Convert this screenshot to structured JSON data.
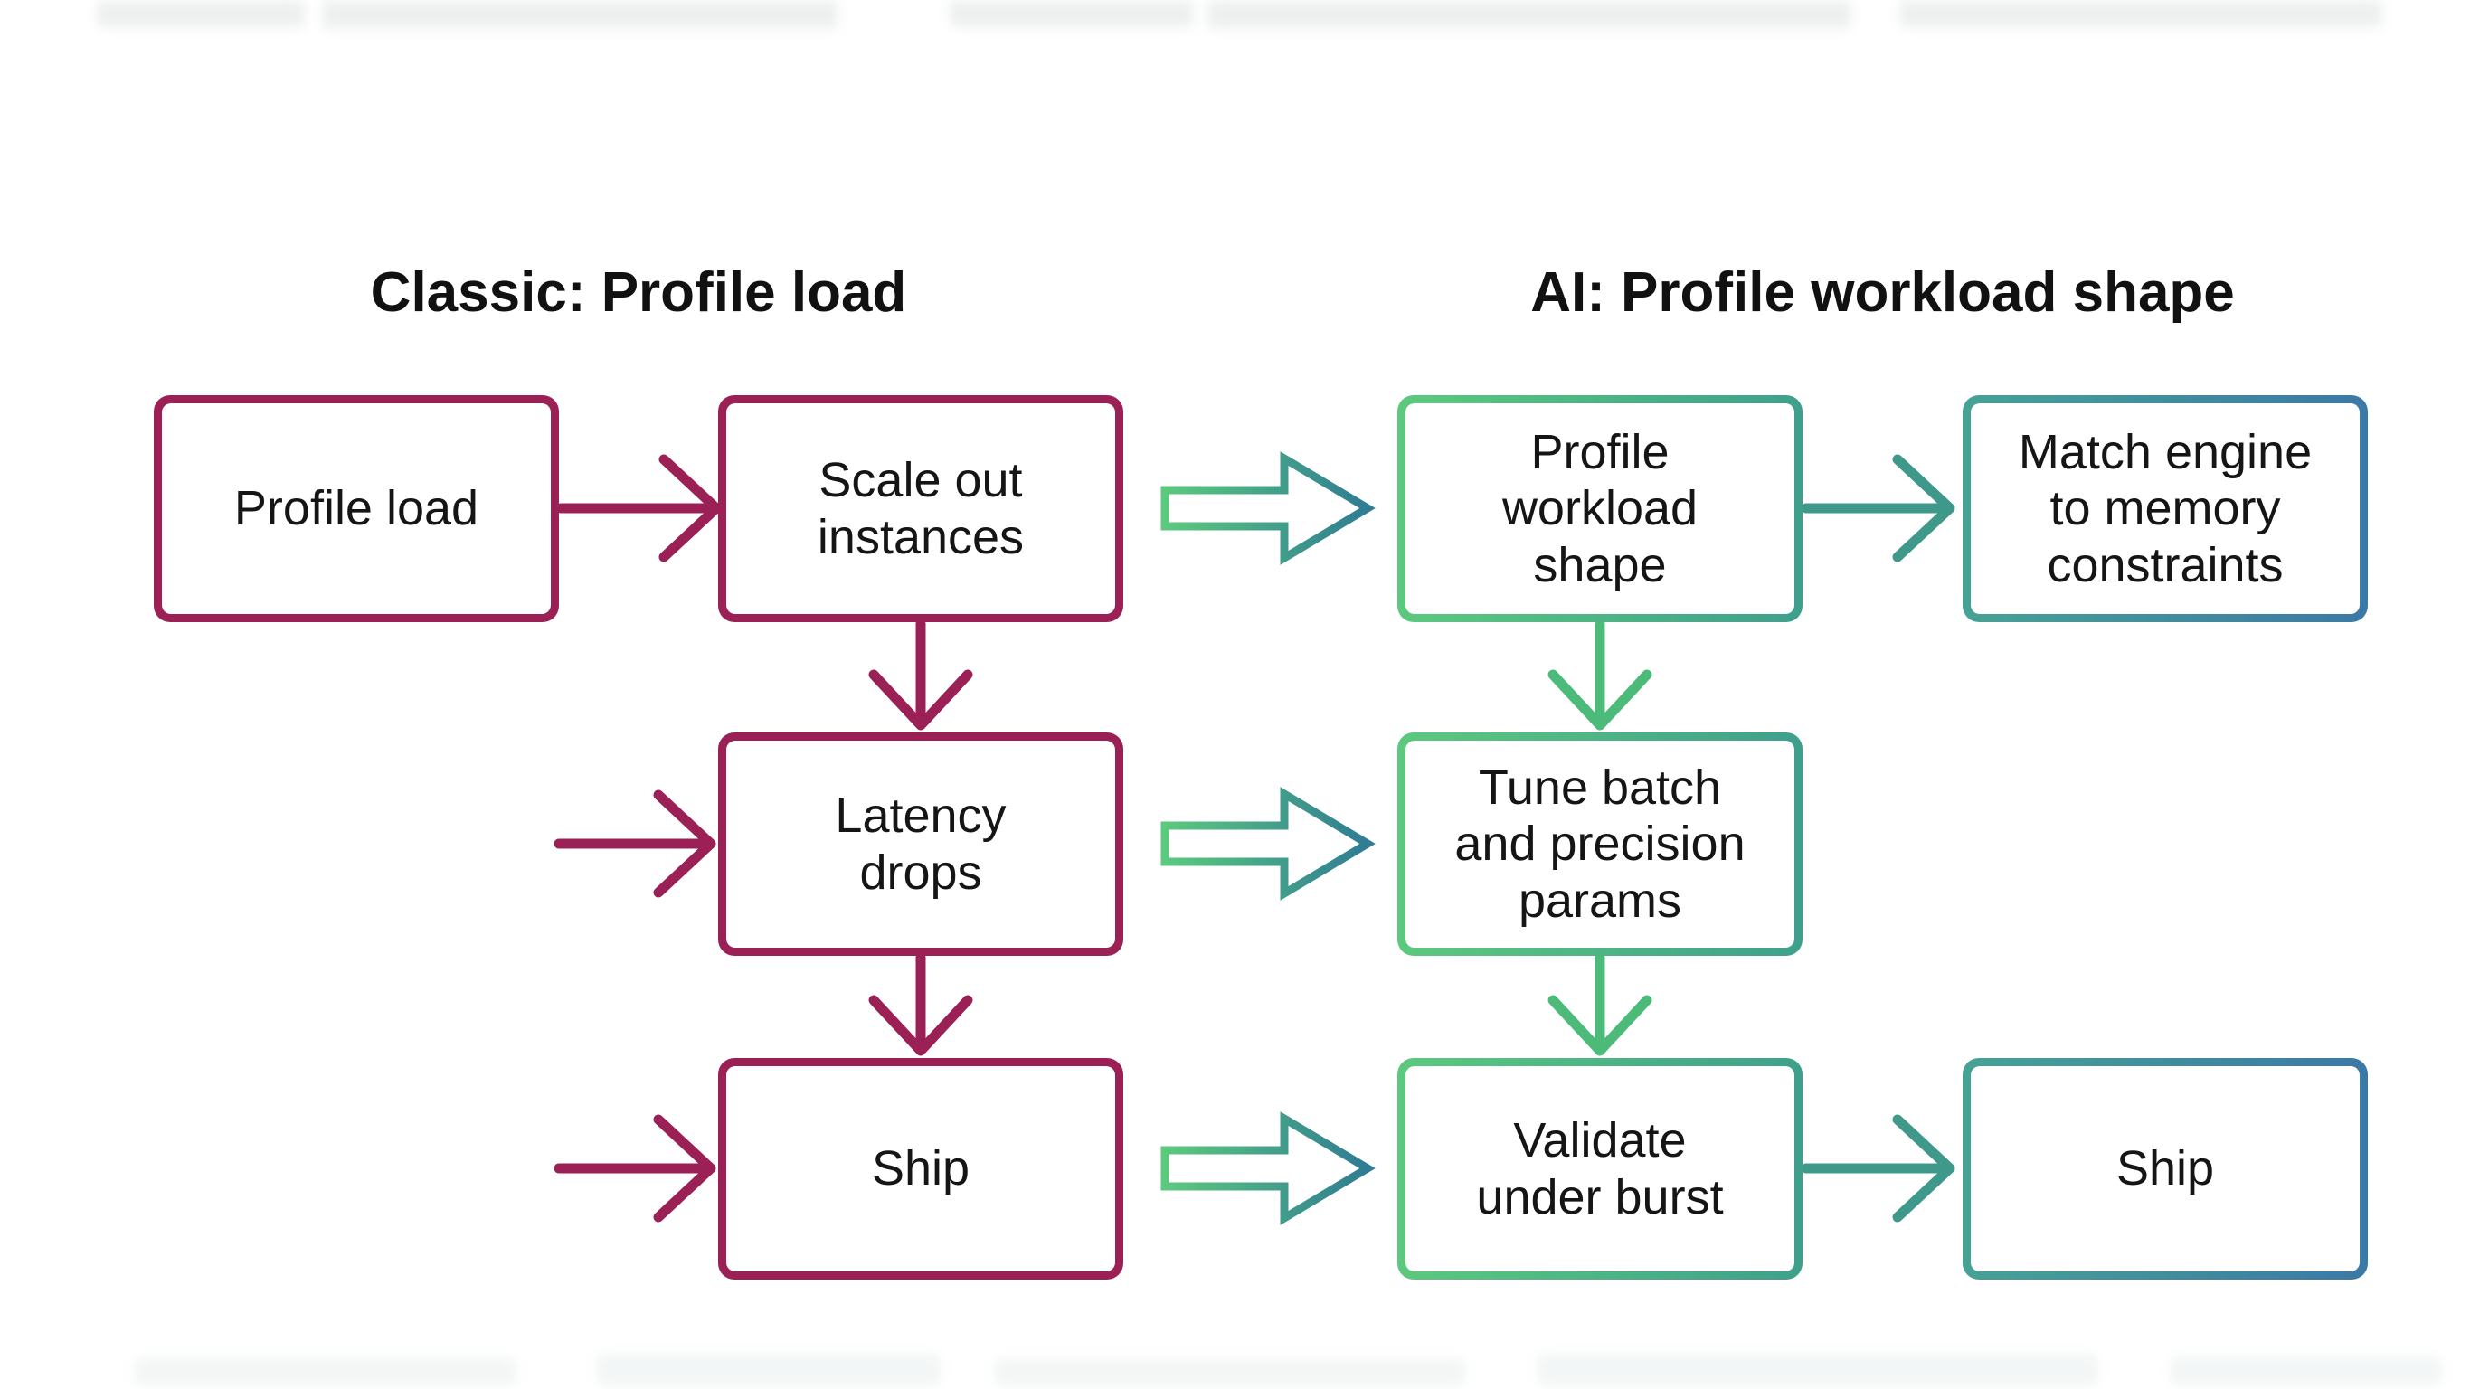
{
  "palette": {
    "crimson": "#9B2056",
    "green": "#5CC97E",
    "green_teal": "#3EA08C",
    "teal": "#3F998A",
    "teal_dark": "#2F7C93",
    "blue": "#3B79A7",
    "text": "#151515",
    "background": "#FFFFFF"
  },
  "classic": {
    "title": "Classic: Profile load",
    "steps": {
      "profile_load": "Profile load",
      "scale_out": "Scale out\ninstances",
      "latency_drops": "Latency\ndrops",
      "ship": "Ship"
    }
  },
  "ai": {
    "title": "AI: Profile workload shape",
    "steps": {
      "profile_workload": "Profile\nworkload\nshape",
      "match_engine": "Match engine\nto memory\nconstraints",
      "tune_batch": "Tune batch\nand precision\nparams",
      "validate": "Validate\nunder burst",
      "ship": "Ship"
    }
  }
}
